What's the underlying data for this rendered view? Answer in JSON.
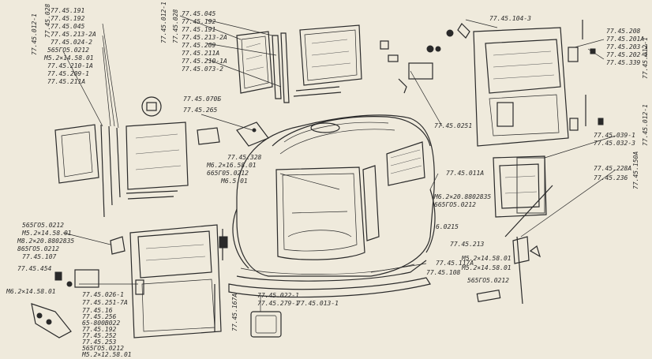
{
  "diagram": {
    "labels": [
      "77.45.012-1",
      "77.45.191",
      "77.45.192",
      "77.45.045",
      "77.45.213-2А",
      "77.45.024-2",
      "565ГО5.0212",
      "М5.2×14.58.01",
      "77.45.210-1А",
      "77.45.209-1",
      "77.45.211А",
      "77.45.028",
      "77.45.012-1",
      "77.45.028",
      "77.45.045",
      "77.45.192",
      "77.45.191",
      "77.45.213-2А",
      "77.45.209",
      "77.45.211А",
      "77.45.210-1А",
      "77.45.073-2",
      "77.45.104-3",
      "77.45.208",
      "77.45.201А",
      "77.45.203-1",
      "77.45.202-1",
      "77.45.339",
      "77.45.012-1",
      "77.45.070Б",
      "77.45.265",
      "77.45.0251",
      "77.45.328",
      "М6.2×16.58.01",
      "665Г05.0212",
      "М6.5.01",
      "77.45.011А",
      "77.45.039-1",
      "77.45.032-3",
      "77.45.012-1",
      "77.45.228А",
      "77.45.236",
      "77.45.150А",
      "М6.2×20.8802835",
      "665ГО5.0212",
      "6.0215",
      "77.45.213",
      "565ГО5.0212",
      "М5.2×14.58.01",
      "М8.2×20.8802835",
      "865ГО5.0212",
      "77.45.107",
      "77.45.454",
      "М5.2×14.58.01",
      "77.45.167А",
      "М5.2×14.58.01",
      "77.45.117А",
      "77.45.108",
      "565ГО5.0212",
      "М6.2×14.58.01",
      "77.45.026-1",
      "77.45.251-7А",
      "77.45.16",
      "77.45.256",
      "65-800В022",
      "77.45.192",
      "77.45.252",
      "77.45.253",
      "565ГО5.0212",
      "М5.2×12.58.01",
      "77.45.022-1",
      "77.45.279-1",
      "77.45.013-1"
    ]
  }
}
